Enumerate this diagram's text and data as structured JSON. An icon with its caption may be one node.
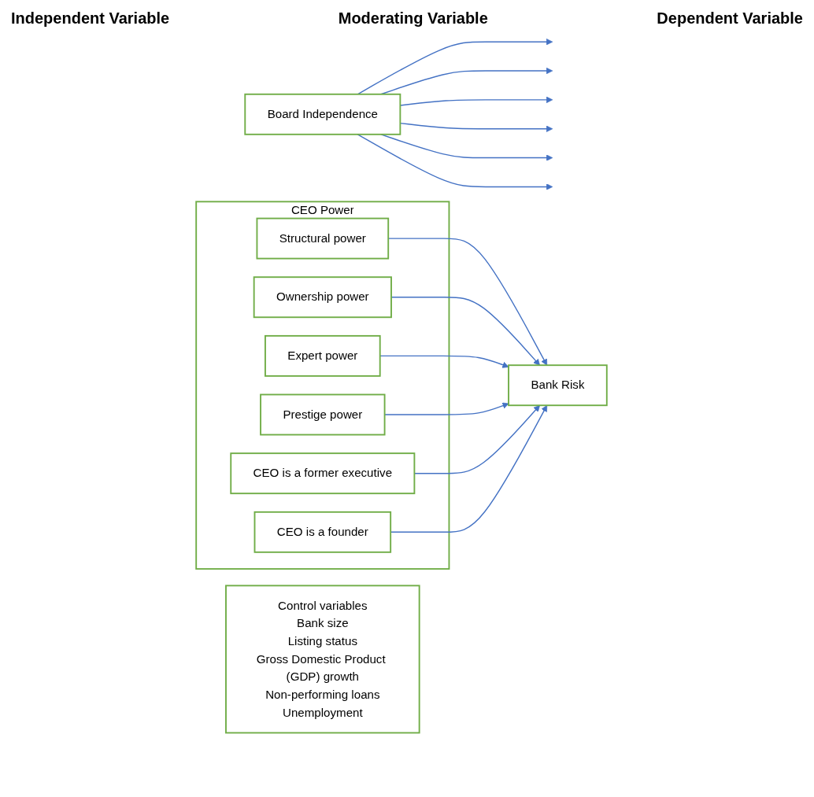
{
  "diagram": {
    "nodes": [
      {
        "text": [
          "Board Independence"
        ]
      },
      {
        "text": [
          "CEO Power"
        ]
      },
      {
        "text": [
          "Structural power"
        ],
        "in": 1
      },
      {
        "text": [
          "Ownership power"
        ],
        "in": 1
      },
      {
        "text": [
          "Expert power"
        ],
        "in": 1
      },
      {
        "text": [
          "Prestige power"
        ],
        "in": 1
      },
      {
        "text": [
          "CEO is a former executive"
        ],
        "in": 1
      },
      {
        "text": [
          "CEO is a founder"
        ],
        "in": 1
      },
      {
        "text": [
          "Bank Risk"
        ]
      },
      {
        "text": [
          "Control variables",
          "Bank size",
          "Listing status",
          "Gross Domestic Product (GDP) growth",
          "Non-performing loans",
          "Unemployment"
        ]
      }
    ],
    "edges": [
      {
        "from": 2,
        "to": 8,
        "arrow": "to"
      },
      {
        "from": 3,
        "to": 8,
        "arrow": "to"
      },
      {
        "from": 4,
        "to": 8,
        "arrow": "to"
      },
      {
        "from": 5,
        "to": 8,
        "arrow": "to"
      },
      {
        "from": 6,
        "to": 8,
        "arrow": "to"
      },
      {
        "from": 7,
        "to": 8,
        "arrow": "to"
      },
      {
        "from": 0,
        "to": null,
        "arrow": "to"
      },
      {
        "from": 0,
        "to": null,
        "arrow": "to"
      },
      {
        "from": 0,
        "to": null,
        "arrow": "to"
      },
      {
        "from": 0,
        "to": null,
        "arrow": "to"
      },
      {
        "from": 0,
        "to": null,
        "arrow": "to"
      },
      {
        "from": 0,
        "to": null,
        "arrow": "to"
      }
    ],
    "labels": [
      "Independent Variable",
      "Moderating Variable",
      "Dependent Variable"
    ]
  }
}
